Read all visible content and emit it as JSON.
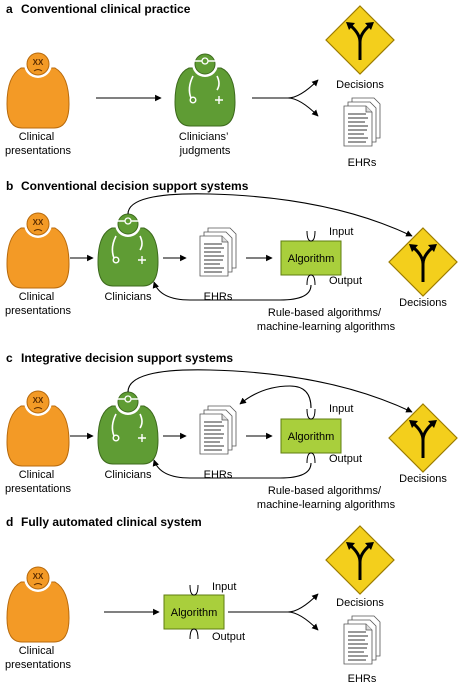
{
  "panels": {
    "a": {
      "letter": "a",
      "title": "Conventional clinical practice",
      "patient": "Clinical\npresentations",
      "clinician": "Clinicians’\njudgments",
      "decisions": "Decisions",
      "ehrs": "EHRs"
    },
    "b": {
      "letter": "b",
      "title": "Conventional decision support systems",
      "patient": "Clinical\npresentations",
      "clinician": "Clinicians",
      "ehrs": "EHRs",
      "algorithm": "Algorithm",
      "input": "Input",
      "output": "Output",
      "algorithms_note": "Rule-based algorithms/\nmachine-learning algorithms",
      "decisions": "Decisions"
    },
    "c": {
      "letter": "c",
      "title": "Integrative decision support systems",
      "patient": "Clinical\npresentations",
      "clinician": "Clinicians",
      "ehrs": "EHRs",
      "algorithm": "Algorithm",
      "input": "Input",
      "output": "Output",
      "algorithms_note": "Rule-based algorithms/\nmachine-learning algorithms",
      "decisions": "Decisions"
    },
    "d": {
      "letter": "d",
      "title": "Fully automated clinical system",
      "patient": "Clinical\npresentations",
      "algorithm": "Algorithm",
      "input": "Input",
      "output": "Output",
      "decisions": "Decisions",
      "ehrs": "EHRs"
    }
  },
  "colors": {
    "patient": "#f39a26",
    "clinician": "#5f9c34",
    "algorithm": "#a9cf3c",
    "decision_sign": "#f3cf1c"
  }
}
